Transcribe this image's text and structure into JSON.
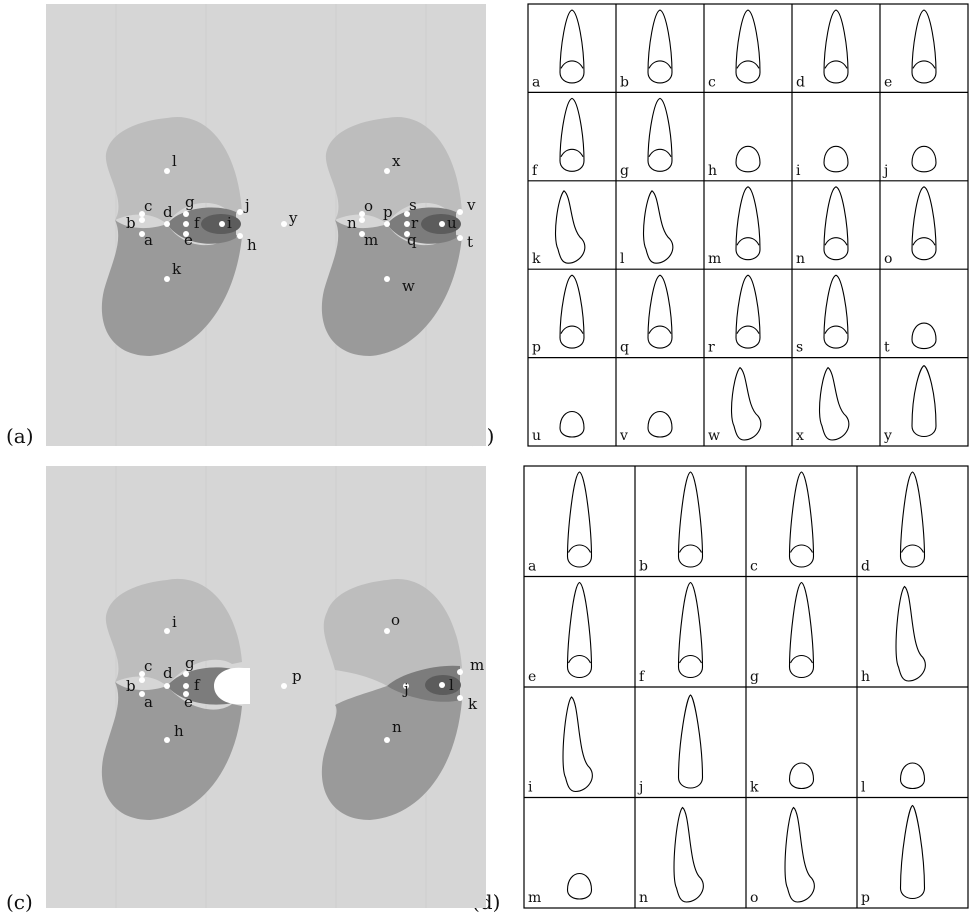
{
  "panels": {
    "a": {
      "label": "(a)",
      "points": [
        {
          "name": "l"
        },
        {
          "name": "c"
        },
        {
          "name": "d"
        },
        {
          "name": "g"
        },
        {
          "name": "j"
        },
        {
          "name": "b"
        },
        {
          "name": "f"
        },
        {
          "name": "i"
        },
        {
          "name": "y"
        },
        {
          "name": "a"
        },
        {
          "name": "e"
        },
        {
          "name": "h"
        },
        {
          "name": "k"
        },
        {
          "name": "x"
        },
        {
          "name": "o"
        },
        {
          "name": "s"
        },
        {
          "name": "v"
        },
        {
          "name": "n"
        },
        {
          "name": "p"
        },
        {
          "name": "r"
        },
        {
          "name": "u"
        },
        {
          "name": "m"
        },
        {
          "name": "q"
        },
        {
          "name": "t"
        },
        {
          "name": "w"
        }
      ]
    },
    "b": {
      "label": "(b)",
      "cells": [
        "a",
        "b",
        "c",
        "d",
        "e",
        "f",
        "g",
        "h",
        "i",
        "j",
        "k",
        "l",
        "m",
        "n",
        "o",
        "p",
        "q",
        "r",
        "s",
        "t",
        "u",
        "v",
        "w",
        "x",
        "y"
      ]
    },
    "c": {
      "label": "(c)",
      "points": [
        {
          "name": "i"
        },
        {
          "name": "c"
        },
        {
          "name": "d"
        },
        {
          "name": "g"
        },
        {
          "name": "b"
        },
        {
          "name": "f"
        },
        {
          "name": "a"
        },
        {
          "name": "e"
        },
        {
          "name": "h"
        },
        {
          "name": "p"
        },
        {
          "name": "o"
        },
        {
          "name": "m"
        },
        {
          "name": "j"
        },
        {
          "name": "l"
        },
        {
          "name": "k"
        },
        {
          "name": "n"
        }
      ]
    },
    "d": {
      "label": "(d)",
      "cells": [
        "a",
        "b",
        "c",
        "d",
        "e",
        "f",
        "g",
        "h",
        "i",
        "j",
        "k",
        "l",
        "m",
        "n",
        "o",
        "p"
      ]
    }
  },
  "colors": {
    "background": "#d6d6d6",
    "light_region": "#bdbdbd",
    "medium_region": "#9a9a9a",
    "dark_region": "#7c7c7c",
    "darkest_region": "#5c5c5c",
    "point": "#ffffff"
  }
}
